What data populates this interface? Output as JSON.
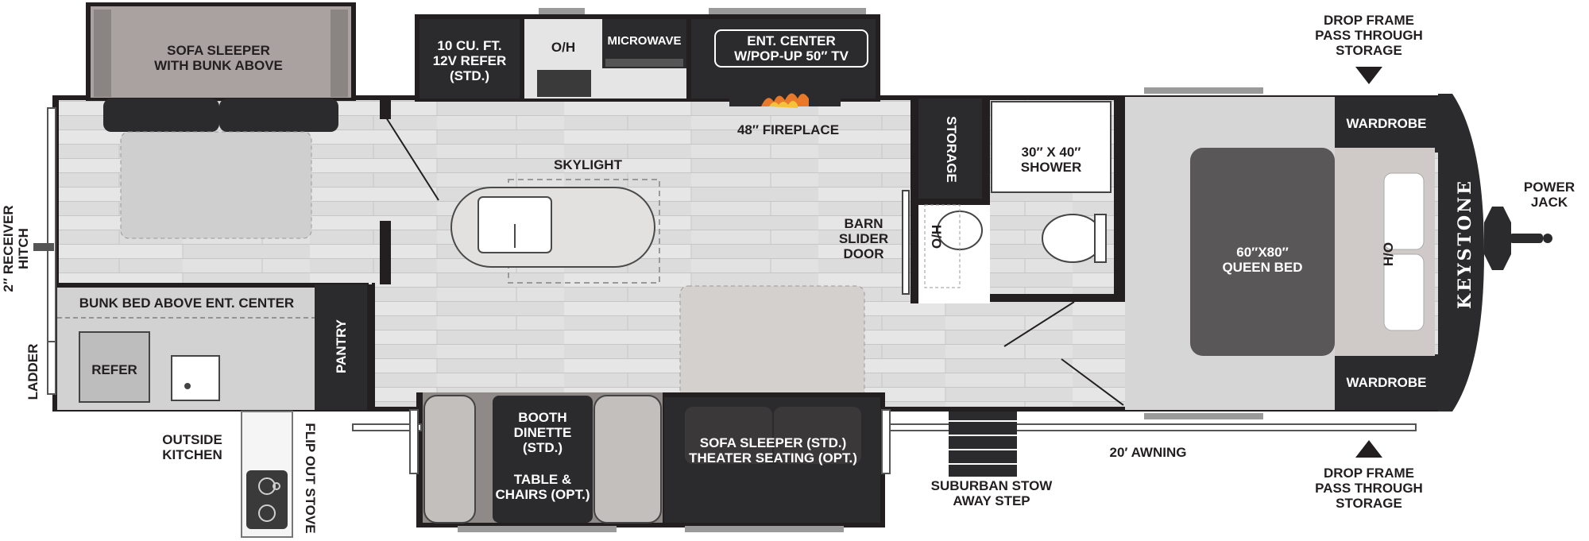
{
  "labels": {
    "sofa_sleeper_bunk": "SOFA SLEEPER\nWITH BUNK ABOVE",
    "refer_10cu": "10 CU. FT.\n12V REFER\n(STD.)",
    "oh": "O/H",
    "microwave": "MICROWAVE",
    "ent_center": "ENT. CENTER\nW/POP-UP 50″ TV",
    "fireplace": "48″ FIREPLACE",
    "skylight": "SKYLIGHT",
    "storage": "STORAGE",
    "shower": "30″ X 40″\nSHOWER",
    "barn_slider": "BARN\nSLIDER\nDOOR",
    "ho_bath": "H/O",
    "wardrobe_top": "WARDROBE",
    "wardrobe_bottom": "WARDROBE",
    "queen_bed": "60″X80″\nQUEEN BED",
    "ho_bed": "H/O",
    "brand": "KEYSTONE",
    "power_jack": "POWER\nJACK",
    "drop_frame_top": "DROP FRAME\nPASS THROUGH\nSTORAGE",
    "drop_frame_bottom": "DROP FRAME\nPASS THROUGH\nSTORAGE",
    "receiver_hitch": "2″ RECEIVER\nHITCH",
    "ladder": "LADDER",
    "bunk_bed_above": "BUNK BED ABOVE ENT. CENTER",
    "refer_outside": "REFER",
    "pantry": "PANTRY",
    "outside_kitchen": "OUTSIDE\nKITCHEN",
    "flip_out_stove": "FLIP OUT STOVE",
    "booth_dinette": "BOOTH\nDINETTE\n(STD.)",
    "table_chairs": "TABLE &\nCHAIRS (OPT.)",
    "sofa_theater": "SOFA SLEEPER (STD.)\nTHEATER SEATING (OPT.)",
    "stow_step": "SUBURBAN STOW\nAWAY STEP",
    "awning": "20′ AWNING"
  },
  "colors": {
    "dark": "#2b2a2c",
    "floor_light": "#d9d9d9",
    "floor_plank": "#c9c9c9",
    "carpet": "#a39c98",
    "wall": "#231f20",
    "fixture": "#ffffff",
    "bed": "#5a5758"
  }
}
